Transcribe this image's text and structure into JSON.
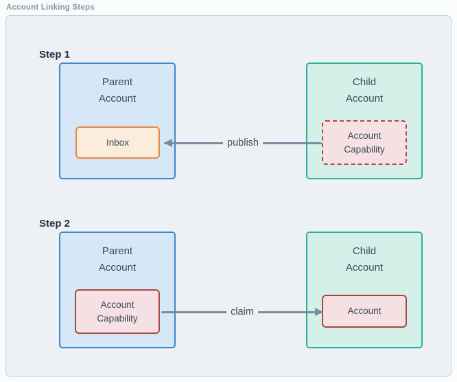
{
  "diagram_title": "Account Linking Steps",
  "steps": [
    {
      "heading": "Step 1",
      "parent": {
        "title": "Parent\nAccount",
        "inner_label": "Inbox"
      },
      "child": {
        "title": "Child\nAccount",
        "inner_label": "Account\nCapability"
      },
      "arrow_label": "publish",
      "arrow_direction": "left"
    },
    {
      "heading": "Step 2",
      "parent": {
        "title": "Parent\nAccount",
        "inner_label": "Account\nCapability"
      },
      "child": {
        "title": "Child\nAccount",
        "inner_label": "Account"
      },
      "arrow_label": "claim",
      "arrow_direction": "right"
    }
  ],
  "colors": {
    "canvas_background": "#edf1f6",
    "canvas_border": "#c7ced7",
    "parent_fill": "#d6e8f8",
    "parent_border": "#3e87cb",
    "child_fill": "#d4f0e9",
    "child_border": "#2ab39a",
    "inbox_fill": "#fcecdb",
    "inbox_border": "#e8883f",
    "capability_fill": "#f5e1e3",
    "capability_border": "#b2453f",
    "arrow": "#7b8b9b",
    "heading_text": "#243142",
    "box_text": "#3d4757",
    "frame_label_text": "#8d96a1"
  }
}
